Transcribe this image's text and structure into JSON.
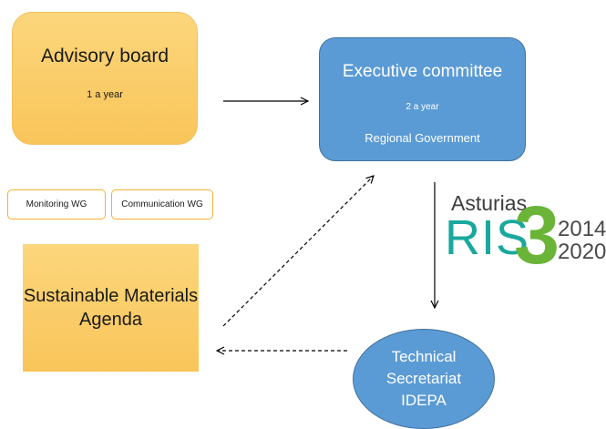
{
  "advisory_board": {
    "title": "Advisory board",
    "frequency": "1 a year"
  },
  "executive_committee": {
    "title": "Executive committee",
    "frequency": "2 a year",
    "member": "Regional Government"
  },
  "working_groups": [
    "Monitoring WG",
    "Communication WG"
  ],
  "agenda": {
    "line1": "Sustainable Materials",
    "line2": "Agenda"
  },
  "technical_secretariat": {
    "line1": "Technical",
    "line2": "Secretariat",
    "line3": "IDEPA"
  },
  "logo": {
    "region": "Asturias",
    "prefix": "RIS",
    "number": "3",
    "year_start": "2014",
    "year_end": "2020"
  },
  "colors": {
    "orange_box": "#f9c55a",
    "blue_box": "#5b9bd5",
    "wg_border": "#f2b134",
    "logo_teal": "#19a89d",
    "logo_green": "#6ab437"
  }
}
